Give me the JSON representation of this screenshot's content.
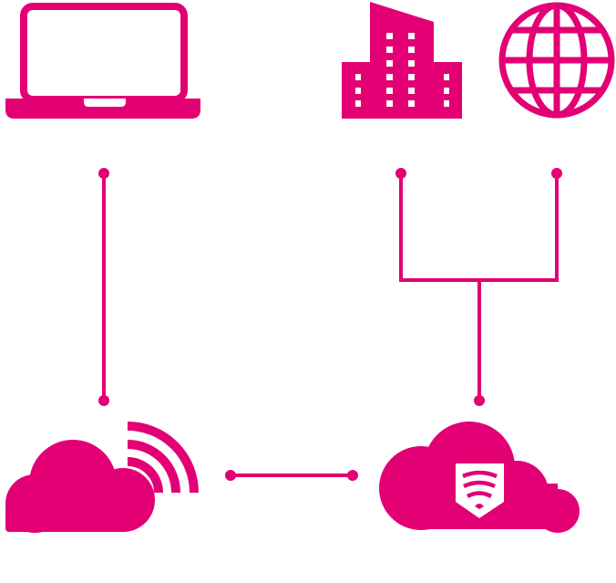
{
  "colors": {
    "accent": "#e20074",
    "background": "#ffffff"
  },
  "icons": {
    "laptop": "laptop-icon",
    "building": "office-building-icon",
    "globe": "globe-icon",
    "cloud_wireless": "cloud-wifi-icon",
    "cloud_secure": "cloud-shield-wifi-icon"
  },
  "connections": [
    {
      "from": "laptop",
      "to": "cloud_wireless"
    },
    {
      "from": "building",
      "to": "cloud_secure"
    },
    {
      "from": "globe",
      "to": "cloud_secure"
    },
    {
      "from": "cloud_wireless",
      "to": "cloud_secure"
    }
  ]
}
